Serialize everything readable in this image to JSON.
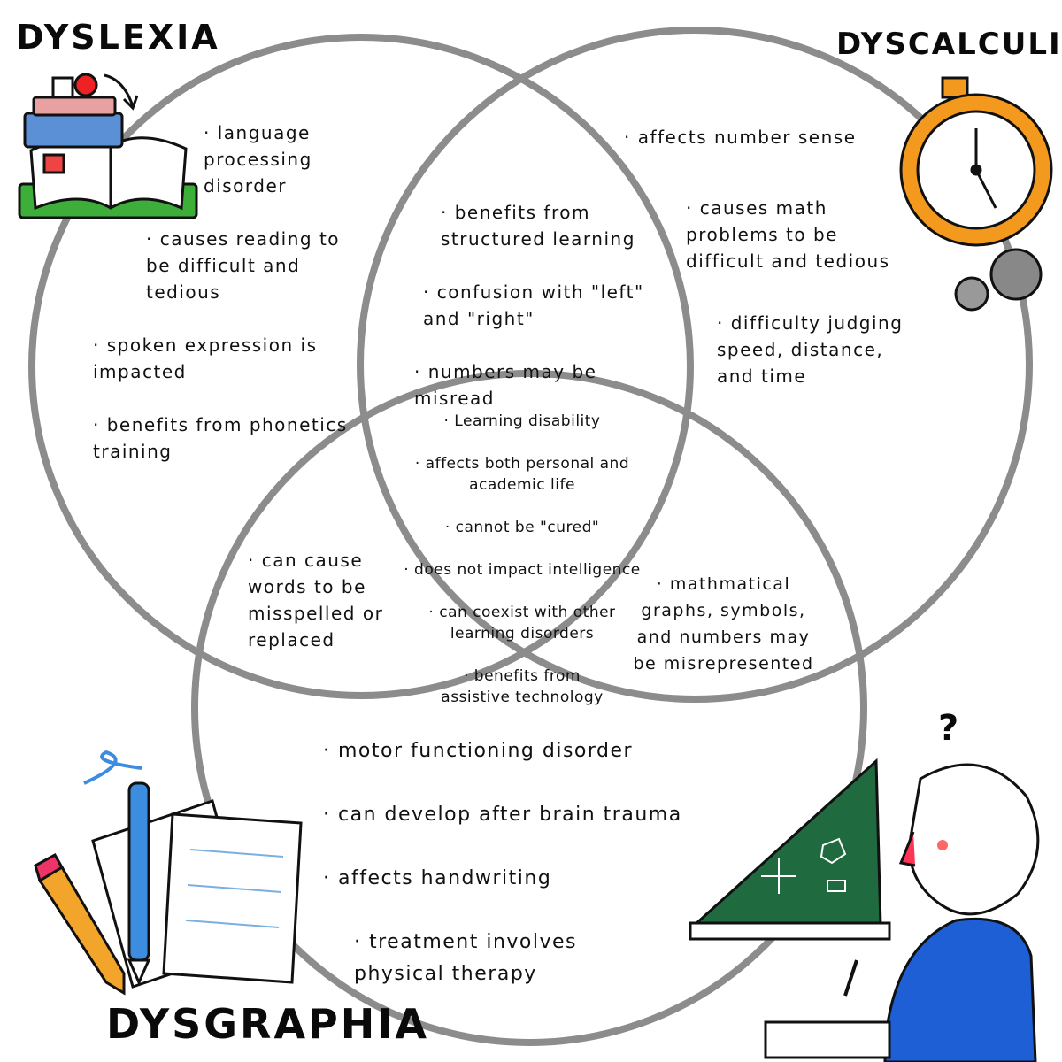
{
  "colors": {
    "circle_stroke": "#8c8c8c",
    "ink": "#111111",
    "clock": "#f39a1e",
    "chalkboard": "#1f6b3f",
    "shirt": "#1f5fd6",
    "book_green": "#3dae3a"
  },
  "sets": [
    {
      "label": "DYSLEXIA"
    },
    {
      "label": "DYSCALCULIA"
    },
    {
      "label": "DYSGRAPHIA"
    }
  ],
  "regions": {
    "dyslexia_only": [
      "· language processing disorder",
      "· causes reading to be difficult and tedious",
      "· spoken expression is impacted",
      "· benefits from phonetics training"
    ],
    "dyscalculia_only": [
      "· affects number sense",
      "· causes math problems to be difficult and tedious",
      "· difficulty judging speed, distance, and time"
    ],
    "dysgraphia_only": [
      "· motor functioning disorder",
      "· can develop after brain trauma",
      "· affects handwriting",
      "· treatment involves physical therapy"
    ],
    "dyslexia_dyscalculia": [
      "· benefits from structured learning",
      "· confusion with \"left\" and \"right\"",
      "· numbers may be misread"
    ],
    "dyslexia_dysgraphia": [
      "· can cause words to be misspelled or replaced"
    ],
    "dyscalculia_dysgraphia": [
      "· mathmatical graphs, symbols, and numbers may be misrepresented"
    ],
    "all_three": [
      "· Learning disability",
      "· affects both personal and academic life",
      "· cannot be \"cured\"",
      "· does not impact intelligence",
      "· can coexist with other learning disorders",
      "· benefits from assistive technology"
    ]
  },
  "icons": [
    "books-icon",
    "stopwatch-icon",
    "coins-icon",
    "pencil-icon",
    "pen-icon",
    "paper-icon",
    "chalkboard-icon",
    "student-icon",
    "question-mark-icon"
  ],
  "question_mark": "?"
}
